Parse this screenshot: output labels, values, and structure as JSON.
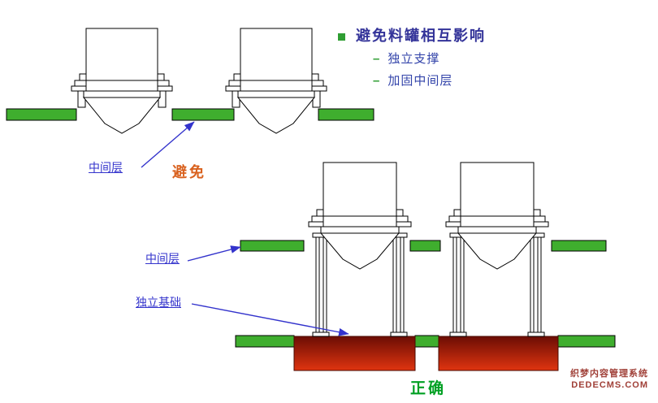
{
  "colors": {
    "green_bar": "#3FAE2E",
    "foundation_top": "#6B0D04",
    "foundation_bottom": "#E03410",
    "arrow_blue": "#3333CC",
    "heading_blue": "#333399",
    "avoid_orange": "#D9611E",
    "correct_green": "#00A023",
    "watermark_red": "#A04038"
  },
  "heading": {
    "title": "避免料罐相互影响",
    "dash": "–",
    "sub_items": [
      "独立支撑",
      "加固中间层"
    ]
  },
  "labels": {
    "middle_layer_top": "中间层",
    "avoid": "避免",
    "middle_layer_bottom": "中间层",
    "independent_foundation": "独立基础",
    "correct": "正确"
  },
  "watermark": {
    "line1": "织梦内容管理系统",
    "line2": "DEDECMS.COM"
  }
}
